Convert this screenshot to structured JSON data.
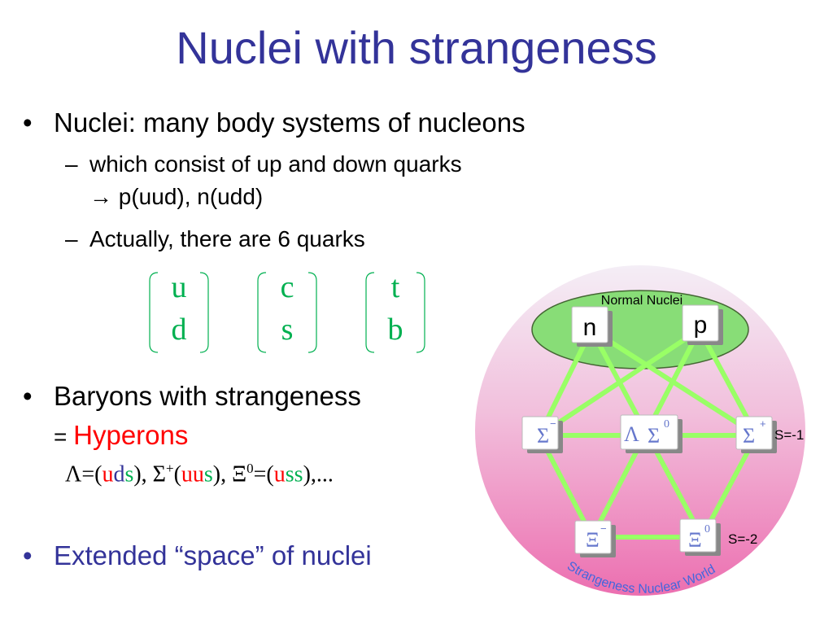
{
  "title": "Nuclei with strangeness",
  "bullet_symbol": "•",
  "dash_symbol": "–",
  "bullets": {
    "nuclei": "Nuclei: many body systems of nucleons",
    "quarks_line1": "which consist of up and down quarks",
    "quarks_line2": "→ p(uud), n(udd)",
    "actually": "Actually, there are 6 quarks",
    "baryons": "Baryons with strangeness",
    "eq": "= ",
    "hyperons": "Hyperons",
    "extended": "Extended “space” of nuclei"
  },
  "quarks": [
    {
      "top": "u",
      "bottom": "d"
    },
    {
      "top": "c",
      "bottom": "s"
    },
    {
      "top": "t",
      "bottom": "b"
    }
  ],
  "formula": {
    "lambda": "Λ",
    "eq1": "=(",
    "l_u": "u",
    "l_d": "d",
    "l_s": "s",
    "close1": "), ",
    "sigma": "Σ",
    "sigma_sup": "+",
    "open2": "(",
    "s_uu": "uu",
    "s_s": "s",
    "close2": "), ",
    "xi": "Ξ",
    "xi_sup": "0",
    "eq3": "=(",
    "x_u": "u",
    "x_ss": "ss",
    "close3": "),..."
  },
  "diagram": {
    "normal_nuclei": "Normal Nuclei",
    "n": "n",
    "p": "p",
    "sigma_minus": "Σ",
    "sigma_minus_sup": "−",
    "lambda": "Λ",
    "sigma0": "Σ",
    "sigma0_sup": "0",
    "sigma_plus": "Σ",
    "sigma_plus_sup": "+",
    "xi_minus": "Ξ",
    "xi_minus_sup": "−",
    "xi0": "Ξ",
    "xi0_sup": "0",
    "s_minus1": "S=-1",
    "s_minus2": "S=-2",
    "world": "Strangeness Nuclear World"
  },
  "colors": {
    "title": "#333399",
    "quark": "#00b050",
    "hyperon": "#ff0000",
    "hex_lines": "#99ff66",
    "ellipse": "#88dd77",
    "particle_symbol": "#6677cc"
  }
}
